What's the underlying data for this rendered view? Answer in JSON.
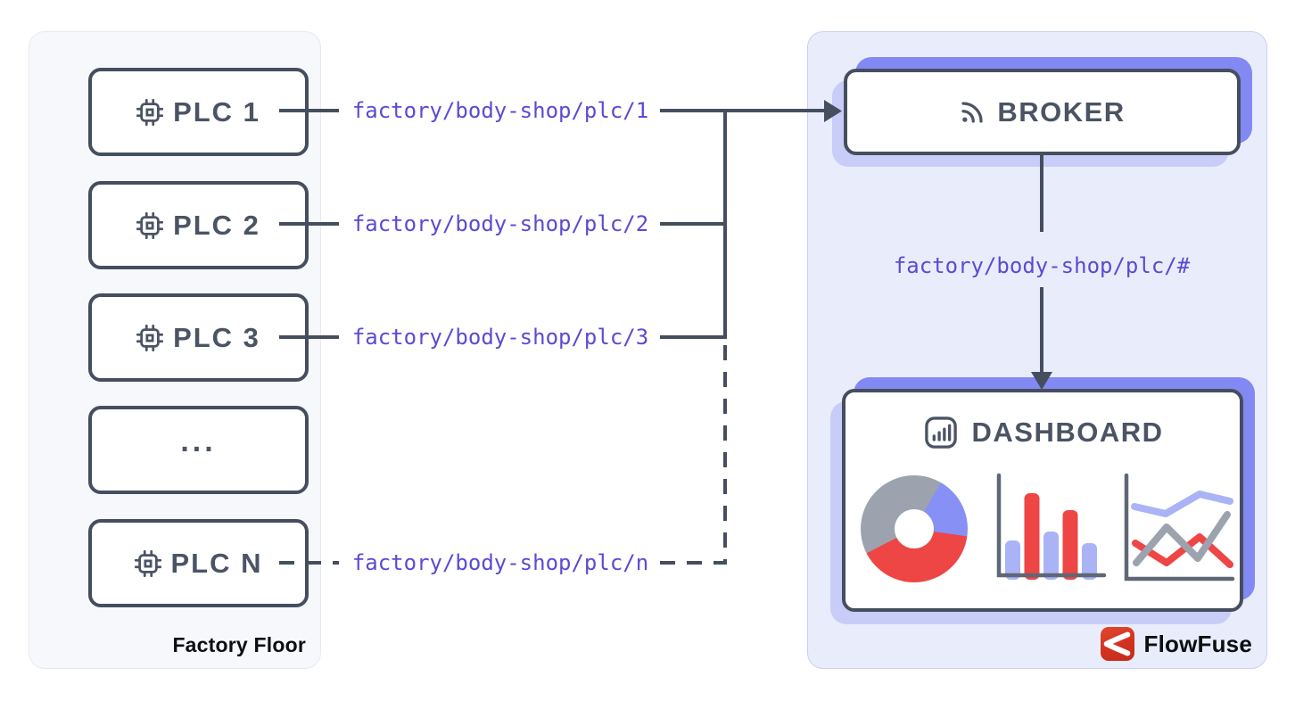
{
  "left_panel": {
    "caption": "Factory Floor",
    "nodes": [
      {
        "label": "PLC 1",
        "icon": "chip-icon"
      },
      {
        "label": "PLC 2",
        "icon": "chip-icon"
      },
      {
        "label": "PLC 3",
        "icon": "chip-icon"
      },
      {
        "label": "...",
        "icon": null
      },
      {
        "label": "PLC N",
        "icon": "chip-icon"
      }
    ]
  },
  "topics": {
    "plc1": "factory/body-shop/plc/1",
    "plc2": "factory/body-shop/plc/2",
    "plc3": "factory/body-shop/plc/3",
    "plcn": "factory/body-shop/plc/n",
    "wildcard": "factory/body-shop/plc/#"
  },
  "broker": {
    "label": "BROKER",
    "icon": "rss-icon"
  },
  "dashboard": {
    "label": "DASHBOARD",
    "icon": "bar-chart-icon",
    "illustrations": {
      "donut_segments_deg": {
        "gray": 147,
        "blue": 68,
        "red": 145
      },
      "bar_values": [
        39,
        92,
        49,
        73,
        36
      ],
      "bar_colors": [
        "blue",
        "red",
        "blue",
        "red",
        "blue"
      ],
      "line_series_colors": [
        "blue",
        "gray",
        "red"
      ]
    }
  },
  "brand": {
    "label": "FlowFuse",
    "icon": "flowfuse-icon"
  },
  "colors": {
    "wire_slate": "#454e5e",
    "label_slate": "#4b5464",
    "topic_indigo": "#5a4bd4",
    "accent_periwinkle": "#8289f3",
    "accent_lavender": "#c7cdf7",
    "chart_red": "#ee4545",
    "chart_gray": "#9ca3af",
    "chart_blue": "#a9b3f6",
    "left_panel_bg": "#f7f8fb",
    "right_panel_bg": "#e9edfb",
    "brand_red": "#d23321"
  }
}
